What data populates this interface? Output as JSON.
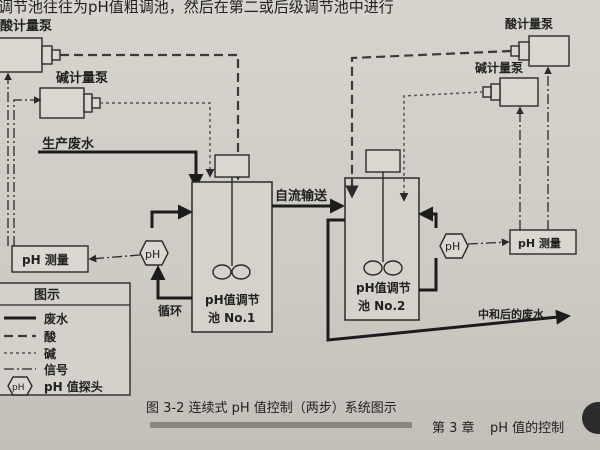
{
  "top_text": "调节池往往为pH值粗调池，然后在第二或后级调节池中进行",
  "labels": {
    "acid_pump_1": "酸计量泵",
    "base_pump_1": "碱计量泵",
    "acid_pump_2": "酸计量泵",
    "base_pump_2": "碱计量泵",
    "production_waste": "生产废水",
    "gravity_flow": "自流输送",
    "ph_meter_1": "pH 测量",
    "ph_meter_2": "pH 测量",
    "ph_probe_1": "pH",
    "ph_probe_2": "pH",
    "recycle": "循环",
    "tank_1_line1": "pH值调节",
    "tank_1_line2": "池 No.1",
    "tank_2_line1": "pH值调节",
    "tank_2_line2": "池 No.2",
    "neutralized_waste": "中和后的废水"
  },
  "legend": {
    "title": "图示",
    "items": [
      {
        "label": "废水"
      },
      {
        "label": "酸"
      },
      {
        "label": "碱"
      },
      {
        "label": "信号"
      },
      {
        "label": "pH 值探头",
        "symbol_text": "pH"
      }
    ]
  },
  "caption": "图 3-2   连续式 pH 值控制（两步）系统图示",
  "footer": {
    "chapter": "第 3 章",
    "title": "pH 值的控制"
  }
}
